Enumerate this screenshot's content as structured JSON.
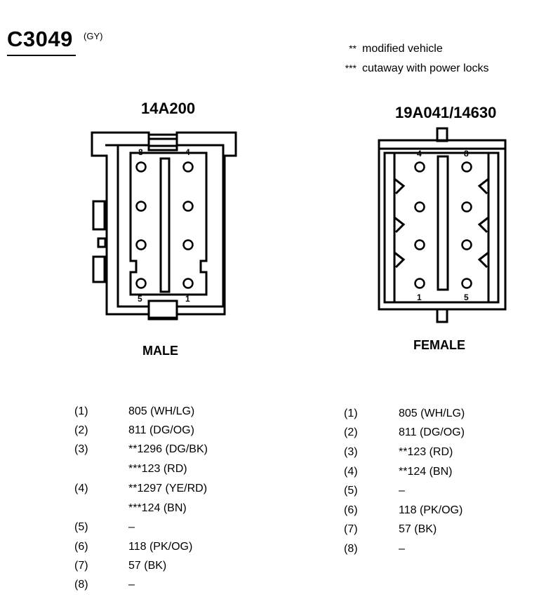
{
  "connector": {
    "id": "C3049",
    "color_code": "(GY)"
  },
  "legend": [
    {
      "marker": "**",
      "text": "modified vehicle"
    },
    {
      "marker": "***",
      "text": "cutaway with power locks"
    }
  ],
  "male": {
    "part_number": "14A200",
    "label": "MALE",
    "pin_labels": {
      "top_left": "8",
      "top_right": "4",
      "bottom_left": "5",
      "bottom_right": "1"
    },
    "pins": [
      {
        "pin": "(1)",
        "circuit": "805 (WH/LG)"
      },
      {
        "pin": "(2)",
        "circuit": "811 (DG/OG)"
      },
      {
        "pin": "(3)",
        "circuit": "**1296 (DG/BK)"
      },
      {
        "pin": "",
        "circuit": "***123 (RD)"
      },
      {
        "pin": "(4)",
        "circuit": "**1297 (YE/RD)"
      },
      {
        "pin": "",
        "circuit": "***124 (BN)"
      },
      {
        "pin": "(5)",
        "circuit": "–"
      },
      {
        "pin": "(6)",
        "circuit": "118 (PK/OG)"
      },
      {
        "pin": "(7)",
        "circuit": "57 (BK)"
      },
      {
        "pin": "(8)",
        "circuit": "–"
      }
    ]
  },
  "female": {
    "part_number": "19A041/14630",
    "label": "FEMALE",
    "pin_labels": {
      "top_left": "4",
      "top_right": "8",
      "bottom_left": "1",
      "bottom_right": "5"
    },
    "pins": [
      {
        "pin": "(1)",
        "circuit": "805 (WH/LG)"
      },
      {
        "pin": "(2)",
        "circuit": "811 (DG/OG)"
      },
      {
        "pin": "(3)",
        "circuit": "**123 (RD)"
      },
      {
        "pin": "(4)",
        "circuit": "**124 (BN)"
      },
      {
        "pin": "(5)",
        "circuit": "–"
      },
      {
        "pin": "(6)",
        "circuit": "118 (PK/OG)"
      },
      {
        "pin": "(7)",
        "circuit": "57 (BK)"
      },
      {
        "pin": "(8)",
        "circuit": "–"
      }
    ]
  }
}
